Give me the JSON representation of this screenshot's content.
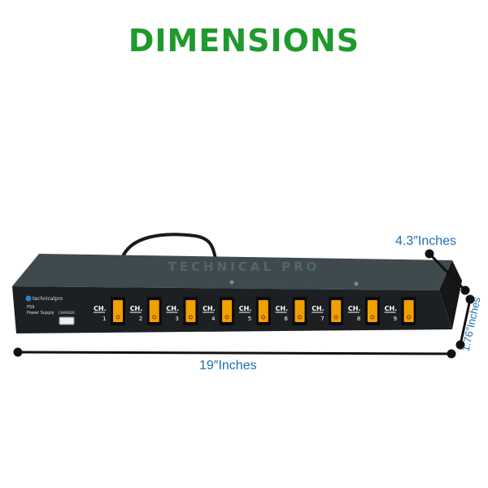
{
  "heading": "DIMENSIONS",
  "dimensions": {
    "width": "19″Inches",
    "depth": "4.3″Inches",
    "height": "1.76″Inches"
  },
  "device": {
    "brand_logo": "technicalpro",
    "top_emboss": "TECHNICAL PRO",
    "model": "PS9",
    "subtitle": "Power Supply",
    "usb_label": "CHARGER",
    "channel_prefix": "CH.",
    "channels": [
      "1",
      "2",
      "3",
      "4",
      "5",
      "6",
      "7",
      "8",
      "9"
    ],
    "switch_color": "#f0a000"
  },
  "colors": {
    "heading": "#1f9a2c",
    "dimension_text": "#1e6fb5"
  }
}
